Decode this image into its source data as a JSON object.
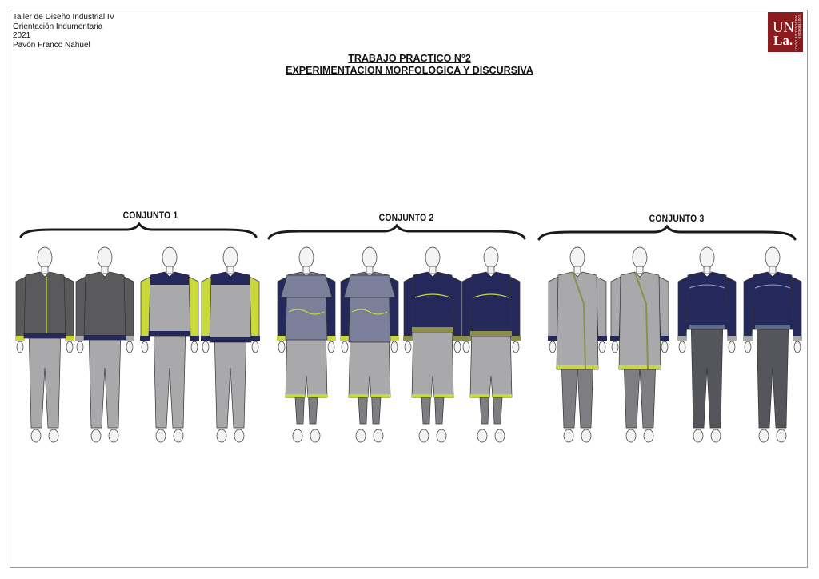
{
  "header": {
    "course": "Taller de Diseño Industrial IV",
    "orientation": "Orientación Indumentaria",
    "year": "2021",
    "author": "Pavón Franco Nahuel"
  },
  "title": {
    "line1": "TRABAJO PRACTICO N°2",
    "line2": "EXPERIMENTACION MORFOLOGICA Y DISCURSIVA"
  },
  "logo": {
    "text_un": "UN",
    "text_la": "La.",
    "side_text": "UNIVERSIDAD NACIONAL DE LANUS",
    "color": "#8b1a1e"
  },
  "conjuntos": [
    {
      "label": "CONJUNTO 1"
    },
    {
      "label": "CONJUNTO 2"
    },
    {
      "label": "CONJUNTO 3"
    }
  ],
  "colors": {
    "charcoal": "#5a5a5c",
    "light_gray": "#a9a9ab",
    "mid_gray": "#7e7e82",
    "lavender_gray": "#7b7f99",
    "navy": "#25285a",
    "lime": "#c9d93a",
    "olive": "#8c8f4a",
    "denim": "#55565c",
    "skin": "#f4f4f4"
  }
}
